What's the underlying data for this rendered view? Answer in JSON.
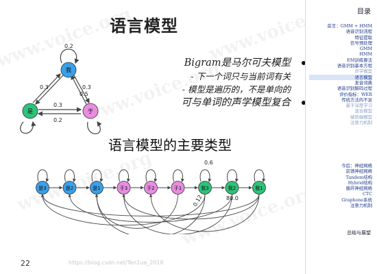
{
  "slide": {
    "title": "语言模型",
    "bullets": [
      {
        "text": "Bigram是马尔可夫模型",
        "subs": [
          "- 下一个词只与当前词有关",
          "- 模型是遍历的，不是单向的"
        ]
      },
      {
        "text": "可与单词的声学模型复合",
        "subs": []
      }
    ],
    "caption": "语言模型的主要类型",
    "page_number": "22",
    "source_url": "https://blog.csdn.net/Ten1ua_2018"
  },
  "triangle_diagram": {
    "nodes": [
      {
        "id": "top",
        "label": "我"
      },
      {
        "id": "left",
        "label": "是"
      },
      {
        "id": "right",
        "label": "于"
      }
    ],
    "edge_labels": [
      "0.2",
      "0.3",
      "0.5",
      "0.3",
      "0.3",
      "0.2"
    ]
  },
  "chain_diagram": {
    "nodes": [
      {
        "label": "是3"
      },
      {
        "label": "是2"
      },
      {
        "label": "是1"
      },
      {
        "label": "于3"
      },
      {
        "label": "于2"
      },
      {
        "label": "于1"
      },
      {
        "label": "我3"
      },
      {
        "label": "我2"
      },
      {
        "label": "我1"
      }
    ],
    "edge_labels": [
      "0.6",
      "0.12",
      "80.0"
    ]
  },
  "sidebar": {
    "title": "目录",
    "sections": [
      {
        "items": [
          {
            "text": "前言：GMM + HMM",
            "state": "normal"
          },
          {
            "text": "语音识别流程",
            "state": "normal"
          },
          {
            "text": "特征提取",
            "state": "normal"
          },
          {
            "text": "信号预处理",
            "state": "normal"
          },
          {
            "text": "GMM",
            "state": "normal"
          },
          {
            "text": "HMM",
            "state": "normal"
          },
          {
            "text": "EM训练算法",
            "state": "normal"
          },
          {
            "text": "语音识别基本方程",
            "state": "normal"
          },
          {
            "text": "声学模型",
            "state": "muted"
          },
          {
            "text": "语言模型",
            "state": "highlight"
          },
          {
            "text": "发音词典",
            "state": "normal"
          },
          {
            "text": "语音识别解码过程",
            "state": "normal"
          },
          {
            "text": "评价指标：WER",
            "state": "normal"
          },
          {
            "text": "传统方法的不足",
            "state": "normal"
          },
          {
            "text": "基于深度学习",
            "state": "muted"
          },
          {
            "text": "混合模型",
            "state": "muted"
          },
          {
            "text": "端到端模型",
            "state": "muted"
          },
          {
            "text": "注意力机制",
            "state": "muted"
          }
        ]
      },
      {
        "items": [
          {
            "text": "今后：神经网络",
            "state": "normal"
          },
          {
            "text": "前馈神经网络",
            "state": "normal"
          },
          {
            "text": "Tandem结构",
            "state": "normal"
          },
          {
            "text": "Hybrid结构",
            "state": "normal"
          },
          {
            "text": "循环神经网络",
            "state": "normal"
          },
          {
            "text": "CTC",
            "state": "normal"
          },
          {
            "text": "Graphone系统",
            "state": "normal"
          },
          {
            "text": "注意力机制",
            "state": "normal"
          }
        ]
      }
    ],
    "footer": "总结与展望"
  },
  "colors": {
    "node_blue": "#3aa0e8",
    "node_green": "#2ec27a",
    "node_pink": "#e88de0",
    "edge": "#444444",
    "sidebar_link": "#1f3a8a"
  }
}
